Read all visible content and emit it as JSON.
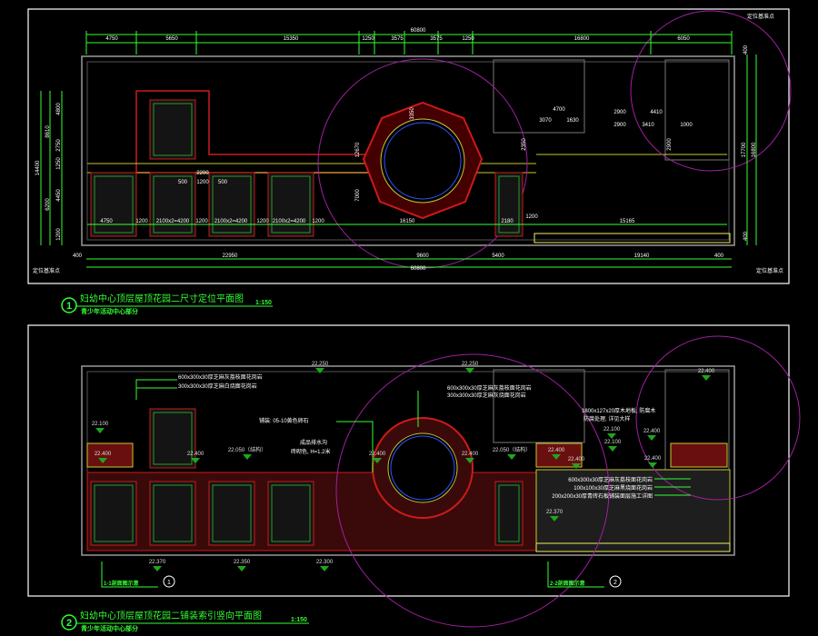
{
  "colors": {
    "background": "#000000",
    "dimension": "#33ff33",
    "wall": "#c8c8c8",
    "planter": "#cc1a1a",
    "path_edge": "#c8c832",
    "circle": "#a020a0",
    "text": "#ffffff"
  },
  "plan1": {
    "number": "1",
    "title": "妇幼中心顶层屋顶花园二尺寸定位平面图",
    "scale": "1:150",
    "subtitle": "青少年活动中心部分",
    "dims_top": [
      "60800",
      "4750",
      "5650",
      "15350",
      "1250",
      "3575",
      "3575",
      "1250",
      "16800",
      "6050"
    ],
    "dims_bottom": [
      "400",
      "22950",
      "9600",
      "5400",
      "19140",
      "400",
      "60800"
    ],
    "dims_left": [
      "14400",
      "8610",
      "6200",
      "4800",
      "2750",
      "1250",
      "4450",
      "1200"
    ],
    "dims_right": [
      "400",
      "17700",
      "16800",
      "400"
    ],
    "dims_inner": [
      "4750",
      "1200",
      "2100x2=4200",
      "1200",
      "2100x2=4200",
      "1200",
      "2100x2=4200",
      "1200",
      "16150",
      "2180",
      "1200",
      "15165",
      "2200",
      "500",
      "1200",
      "500",
      "4700",
      "3070",
      "1630",
      "2900",
      "4410",
      "2900",
      "3410",
      "1000",
      "2350",
      "2900",
      "7000",
      "12670",
      "3350"
    ],
    "reference_labels": [
      "定位基准点",
      "定位基准点",
      "定位基准点"
    ]
  },
  "plan2": {
    "number": "2",
    "title": "妇幼中心顶层屋顶花园二铺装索引竖向平面图",
    "scale": "1:150",
    "subtitle": "青少年活动中心部分",
    "elevations": [
      "22.250",
      "22.250",
      "22.400",
      "22.100",
      "22.400",
      "22.400",
      "22.050（结构）",
      "22.400",
      "22.400",
      "22.050（结构）",
      "22.400",
      "22.400",
      "22.100",
      "22.100",
      "22.400",
      "22.400",
      "22.370",
      "22.370",
      "22.350",
      "22.300"
    ],
    "notes": [
      "600x300x30厚芝麻灰荔枝面花岗岩",
      "300x300x30厚芝麻白烧面花岗岩",
      "铺装: 05-10黄色卵石",
      "成品排水沟",
      "砖砌色, H=1.2米",
      "600x300x30厚芝麻灰荔枝面花岗岩",
      "300x300x30厚芝麻灰烧面花岗岩",
      "1800x127x20厚木地板, 防腐木",
      "防腐处理, 详见大样",
      "600x300x30厚芝麻灰荔枝面花岗岩",
      "100x100x30厚芝麻黑烧面花岗岩",
      "200x200x30厚青砖石板铺装面层施工详图"
    ],
    "section_marks": [
      {
        "label": "1-1剖面图示意",
        "number": "1"
      },
      {
        "label": "2-2剖面图示意",
        "number": "2"
      }
    ]
  }
}
